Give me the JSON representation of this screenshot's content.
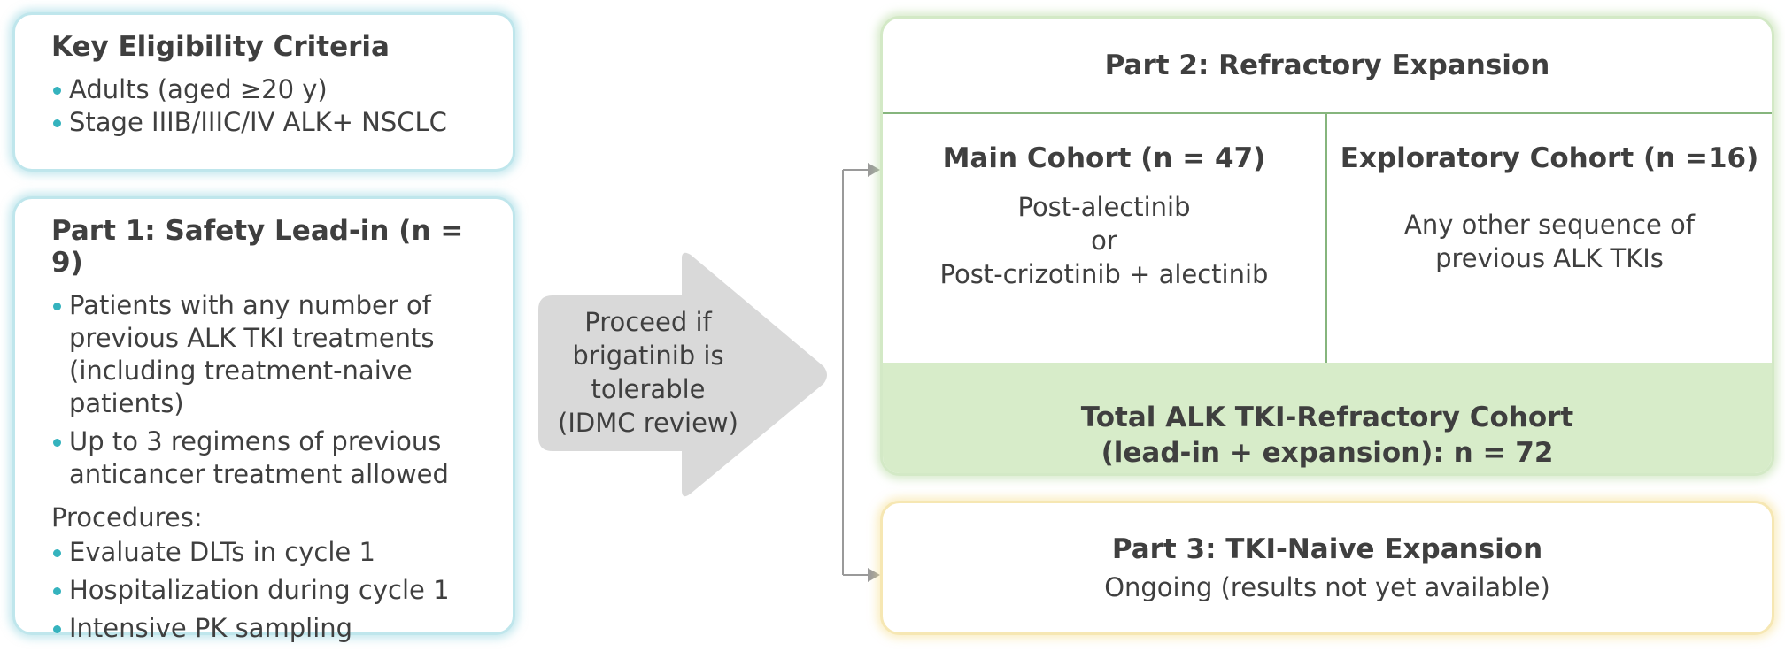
{
  "eligibility": {
    "title": "Key Eligibility Criteria",
    "items": [
      "Adults (aged ≥20 y)",
      "Stage IIIB/IIIC/IV ALK+ NSCLC"
    ]
  },
  "part1": {
    "title": "Part 1: Safety Lead-in (n = 9)",
    "items": [
      "Patients with any number of previous ALK TKI treatments (including treatment-naive patients)",
      "Up to 3 regimens of previous anticancer treatment allowed"
    ],
    "procedures_label": "Procedures:",
    "procedures": [
      "Evaluate DLTs in cycle 1",
      "Hospitalization during cycle 1",
      "Intensive PK sampling"
    ]
  },
  "arrow": {
    "lines": [
      "Proceed if",
      "brigatinib is",
      "tolerable",
      "(IDMC review)"
    ]
  },
  "part2": {
    "title": "Part 2: Refractory Expansion",
    "main_cohort": {
      "title": "Main Cohort (n = 47)",
      "lines": [
        "Post-alectinib",
        "or",
        "Post-crizotinib + alectinib"
      ]
    },
    "exploratory_cohort": {
      "title": "Exploratory Cohort (n =16)",
      "lines": [
        "Any other sequence of",
        "previous ALK TKIs"
      ]
    },
    "total": {
      "lines": [
        "Total ALK TKI-Refractory Cohort",
        "(lead-in + expansion): n = 72"
      ]
    }
  },
  "part3": {
    "title": "Part 3: TKI-Naive Expansion",
    "subtitle": "Ongoing (results not yet available)"
  },
  "colors": {
    "bullet": "#35b3be",
    "blue_border": "#bfe6ec",
    "green_fill": "#d7ecc9",
    "green_divider": "#86b57d",
    "yellow_border": "#f6e7b3",
    "arrow_fill": "#d9d9d9",
    "connector": "#9a9a9a"
  }
}
